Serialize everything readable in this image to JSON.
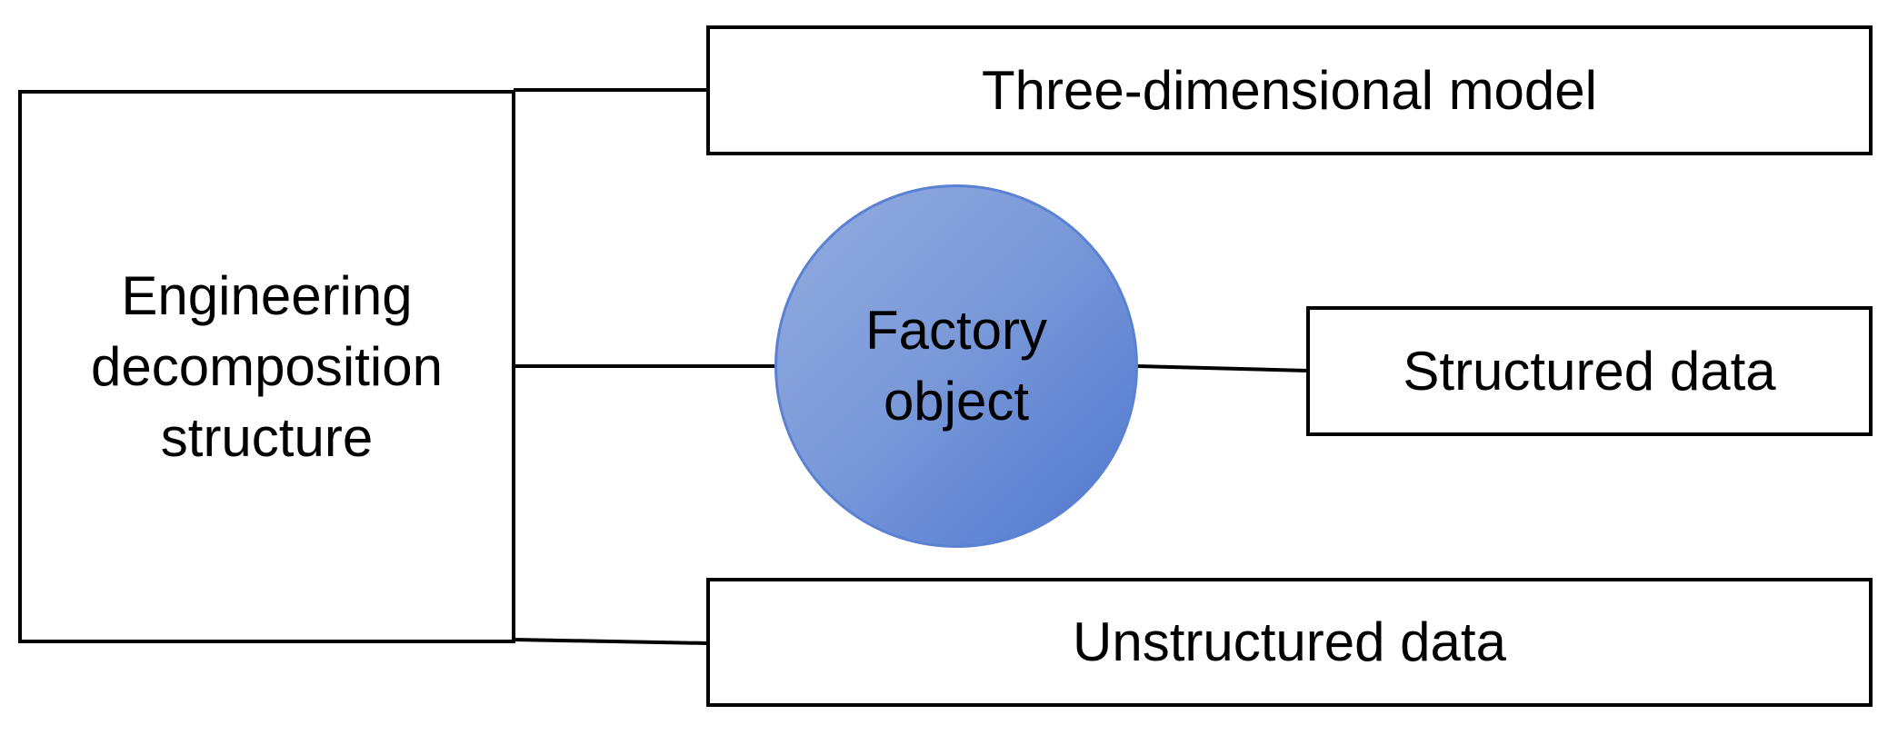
{
  "diagram": {
    "left_box_label": "Engineering\ndecomposition\nstructure",
    "center_label": "Factory\nobject",
    "top_box_label": "Three-dimensional model",
    "right_box_label": "Structured data",
    "bottom_box_label": "Unstructured data"
  }
}
